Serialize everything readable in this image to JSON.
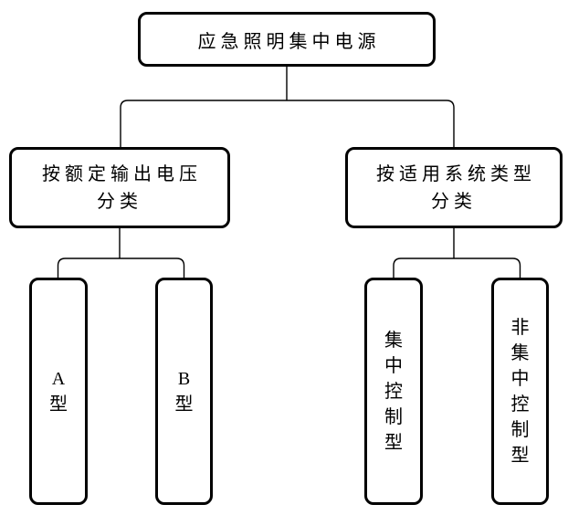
{
  "diagram": {
    "colors": {
      "background": "#ffffff",
      "box_border": "#000000",
      "connector_line": "#000000",
      "text": "#000000"
    },
    "root": {
      "label": "应急照明集中电源"
    },
    "branches": [
      {
        "label": "按额定输出电压\n分类",
        "children": [
          {
            "label": "A\n型"
          },
          {
            "label": "B\n型"
          }
        ]
      },
      {
        "label": "按适用系统类型\n分类",
        "children": [
          {
            "label": "集\n中\n控\n制\n型"
          },
          {
            "label": "非\n集\n中\n控\n制\n型"
          }
        ]
      }
    ]
  }
}
